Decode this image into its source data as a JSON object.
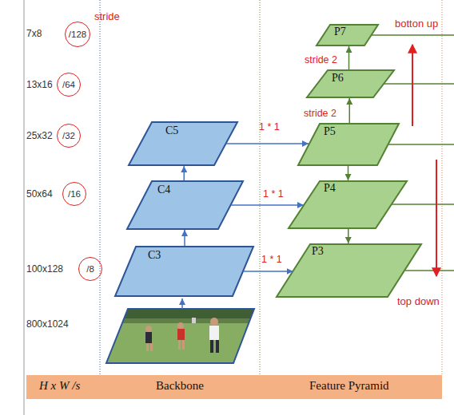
{
  "diagram": {
    "nodes": [
      {
        "text": [
          "/128"
        ]
      },
      {
        "text": [
          "/64"
        ]
      },
      {
        "text": [
          "/32"
        ]
      },
      {
        "text": [
          "/16"
        ]
      },
      {
        "text": [
          "/8"
        ]
      },
      {
        "text": [
          "C5"
        ]
      },
      {
        "text": [
          "C4"
        ]
      },
      {
        "text": [
          "C3"
        ]
      },
      {
        "text": [
          "P7"
        ]
      },
      {
        "text": [
          "P6"
        ]
      },
      {
        "text": [
          "P5"
        ]
      },
      {
        "text": [
          "P4"
        ]
      },
      {
        "text": [
          "P3"
        ]
      },
      {
        "text": [
          "H x W /s",
          "Backbone",
          "Feature Pyramid"
        ]
      }
    ],
    "edges": [
      {
        "from": 7,
        "to": 6,
        "arrow": "to"
      },
      {
        "from": 6,
        "to": 5,
        "arrow": "to"
      },
      {
        "from": 5,
        "to": 10,
        "arrow": "to",
        "label": "1 * 1"
      },
      {
        "from": 6,
        "to": 11,
        "arrow": "to",
        "label": "1 * 1"
      },
      {
        "from": 7,
        "to": 12,
        "arrow": "to",
        "label": "1 * 1"
      },
      {
        "from": 10,
        "to": 9,
        "arrow": "to",
        "label": "stride 2"
      },
      {
        "from": 9,
        "to": 8,
        "arrow": "to",
        "label": "stride 2"
      },
      {
        "from": 10,
        "to": 11,
        "arrow": "to"
      },
      {
        "from": 11,
        "to": 12,
        "arrow": "to"
      }
    ],
    "labels": [
      "stride",
      "7x8",
      "13x16",
      "25x32",
      "50x64",
      "100x128",
      "800x1024",
      "botton up",
      "top down"
    ]
  }
}
